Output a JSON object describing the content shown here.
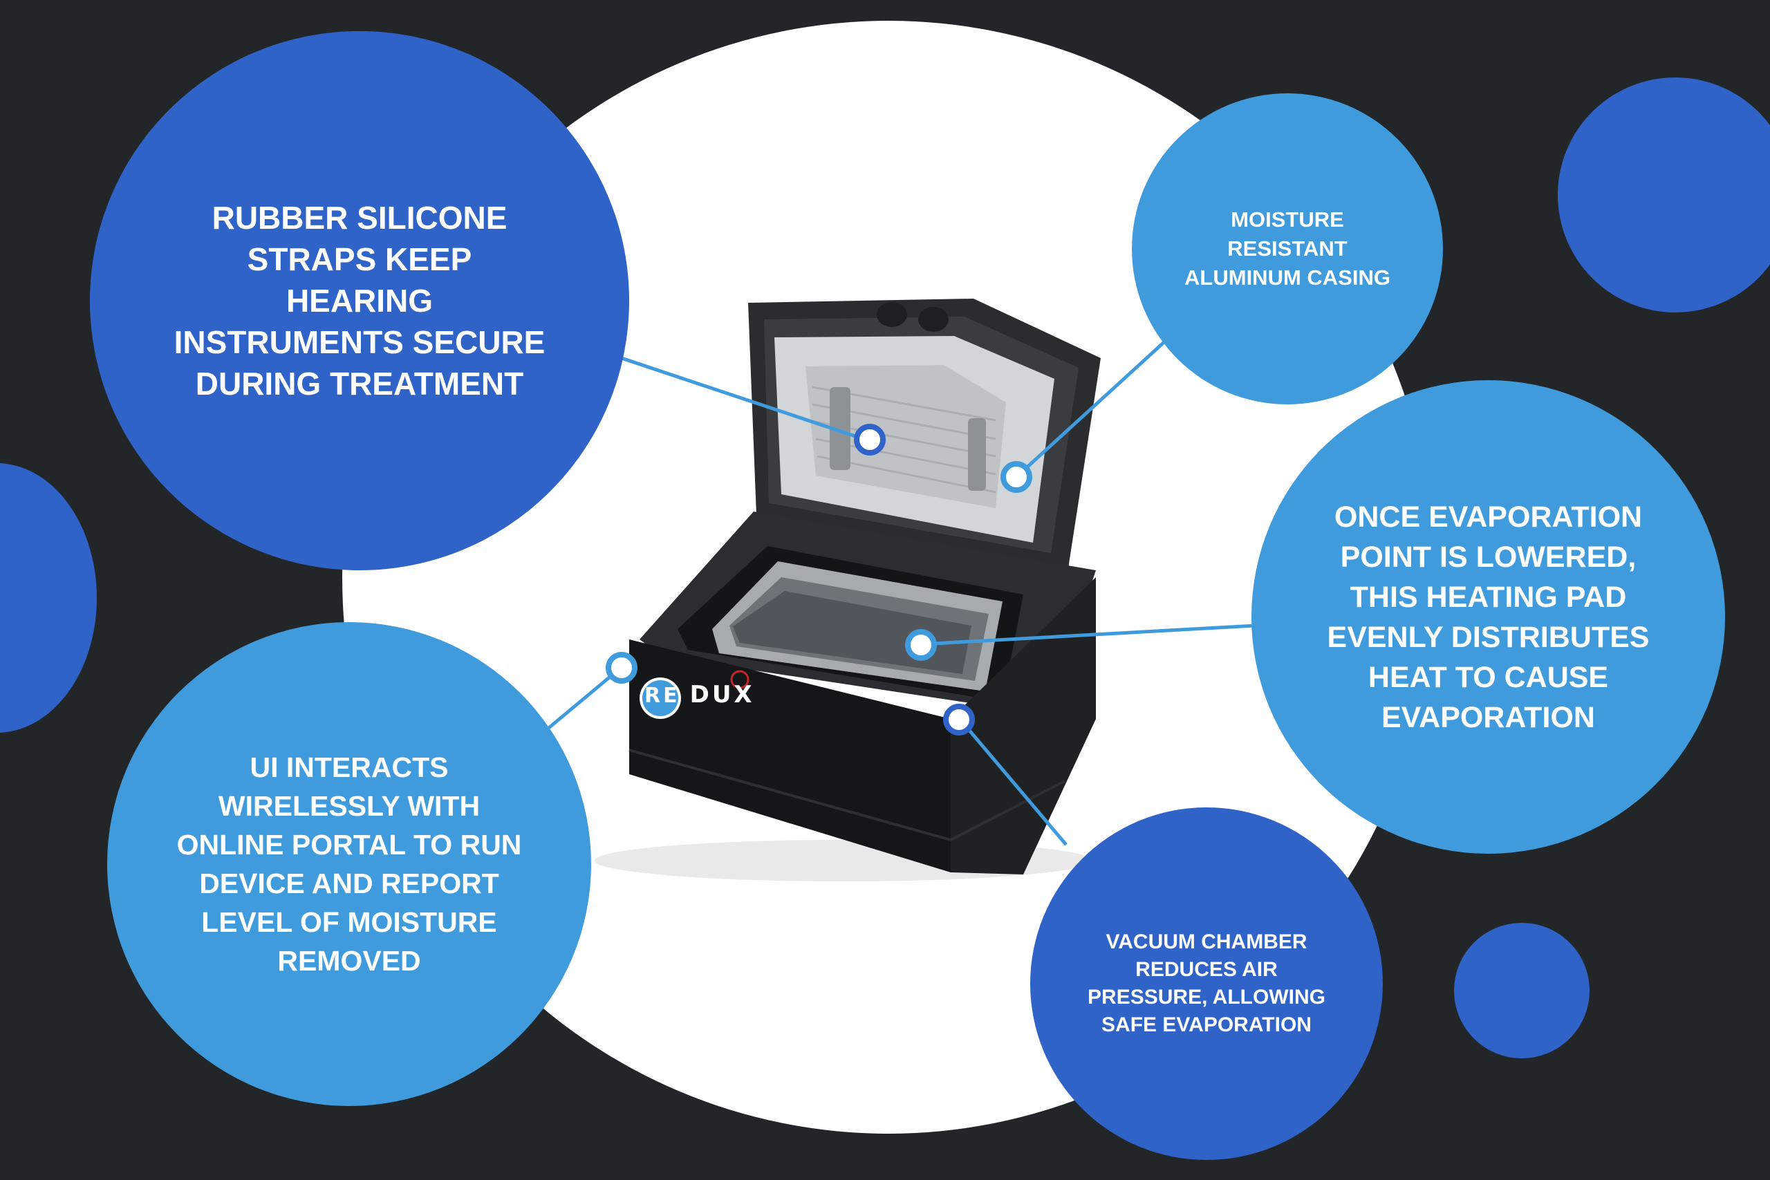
{
  "colors": {
    "background": "#232629",
    "dark_blue": "#3063c8",
    "light_blue": "#409bdd",
    "white": "#ffffff"
  },
  "callouts": {
    "straps": "RUBBER SILICONE STRAPS KEEP HEARING INSTRUMENTS SECURE DURING TREATMENT",
    "casing": "MOISTURE RESISTANT ALUMINUM CASING",
    "heating": "ONCE EVAPORATION POINT IS LOWERED, THIS HEATING PAD EVENLY DISTRIBUTES HEAT TO CAUSE EVAPORATION",
    "ui": "UI INTERACTS WIRELESSLY WITH ONLINE PORTAL TO RUN DEVICE AND REPORT LEVEL OF MOISTURE REMOVED",
    "vacuum": "VACUUM CHAMBER REDUCES AIR PRESSURE, ALLOWING SAFE EVAPORATION"
  },
  "device": {
    "logo_re": "RE",
    "logo_dux": "DUX"
  }
}
